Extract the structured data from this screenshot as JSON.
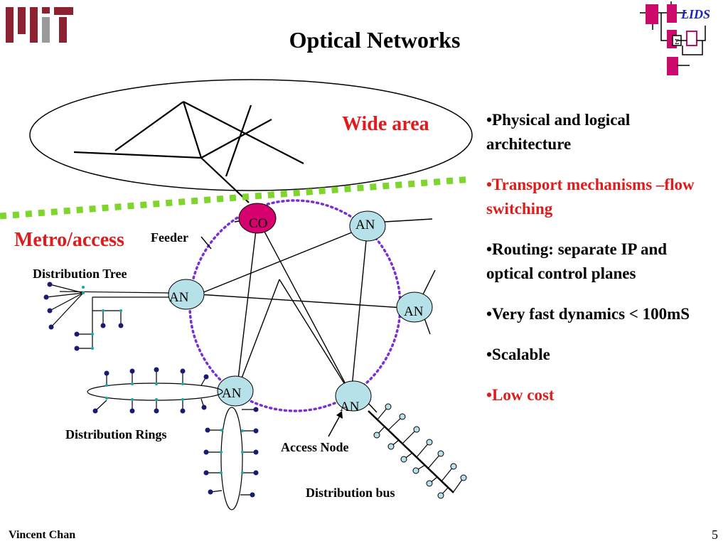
{
  "title": "Optical Networks",
  "logos": {
    "mit": "MIT",
    "lids": "LIDS"
  },
  "diagram": {
    "wide_area": "Wide area",
    "metro_access": "Metro/access",
    "feeder": "Feeder",
    "distribution_tree": "Distribution Tree",
    "distribution_rings": "Distribution Rings",
    "access_node": "Access Node",
    "distribution_bus": "Distribution bus",
    "co": "CO",
    "an": "AN"
  },
  "bullets": [
    {
      "text": "•Physical and logical architecture",
      "style": "black"
    },
    {
      "text": "•Transport mechanisms –flow switching",
      "style": "red"
    },
    {
      "text": "•Routing: separate IP and optical control planes",
      "style": "black"
    },
    {
      "text": "•Very fast dynamics < 100mS",
      "style": "black"
    },
    {
      "text": "•Scalable",
      "style": "black"
    },
    {
      "text": "•Low cost",
      "style": "red"
    }
  ],
  "footer": {
    "author": "Vincent Chan",
    "page": "5"
  },
  "colors": {
    "accent_red": "#e01b1b",
    "mit_maroon": "#8c2131",
    "mit_gray": "#9a9a9a",
    "lids_magenta": "#cc0a6b",
    "node_fill": "#b7e1e8",
    "co_fill": "#d6006e",
    "ring_purple": "#7a2fd6",
    "boundary_green": "#7ed52b",
    "lids_blue": "#1a24b8"
  }
}
